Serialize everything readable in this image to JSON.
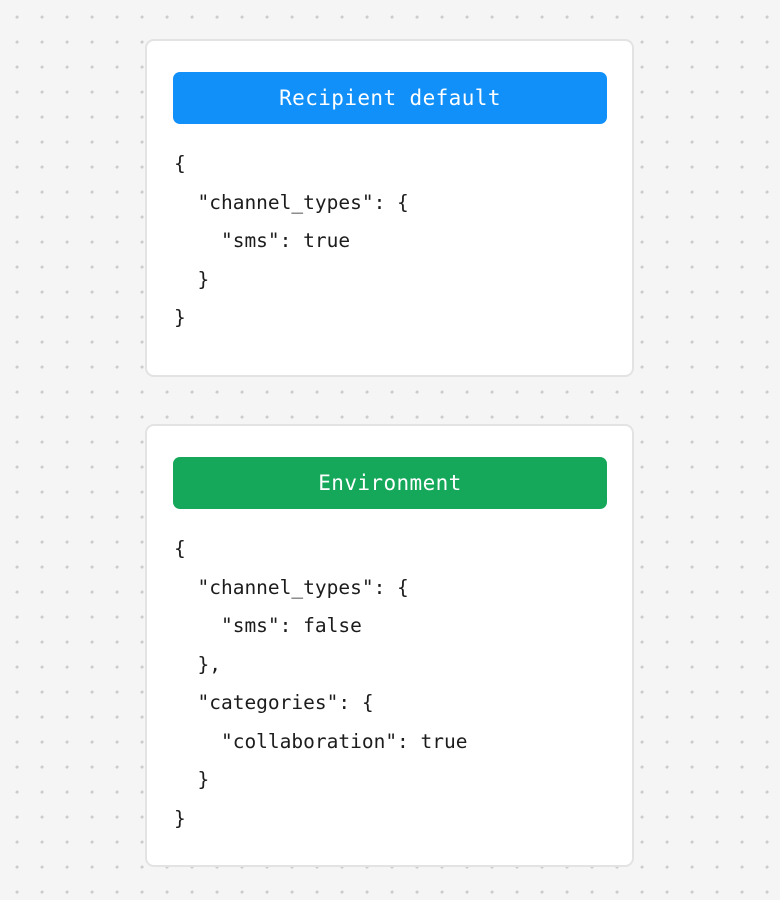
{
  "canvas": {
    "background_color": "#f5f5f5",
    "dot_color": "#cccccc"
  },
  "cards": [
    {
      "id": "recipient-default",
      "header_label": "Recipient default",
      "header_color": "#1190fa",
      "code": "{\n  \"channel_types\": {\n    \"sms\": true\n  }\n}"
    },
    {
      "id": "environment",
      "header_label": "Environment",
      "header_color": "#15a85a",
      "code": "{\n  \"channel_types\": {\n    \"sms\": false\n  },\n  \"categories\": {\n    \"collaboration\": true\n  }\n}"
    }
  ]
}
